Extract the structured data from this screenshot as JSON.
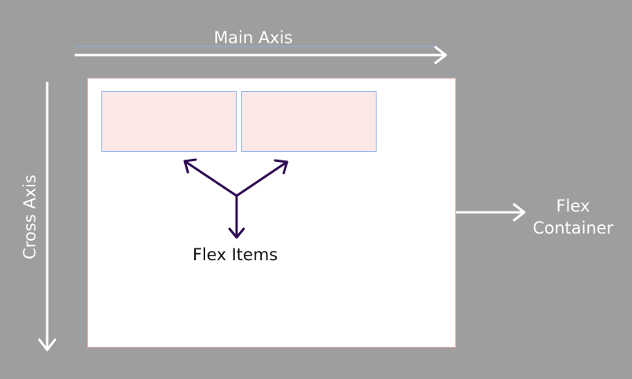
{
  "labels": {
    "main_axis": "Main Axis",
    "cross_axis": "Cross Axis",
    "flex_container_line1": "Flex",
    "flex_container_line2": "Container",
    "flex_items": "Flex Items"
  },
  "colors": {
    "background": "#9e9e9e",
    "container_fill": "#ffffff",
    "container_border": "#e8b4b4",
    "item_fill": "#fde8e8",
    "item_border": "#8fb0e6",
    "axis_arrow": "#ffffff",
    "pointer_arrow": "#2e0a52"
  }
}
